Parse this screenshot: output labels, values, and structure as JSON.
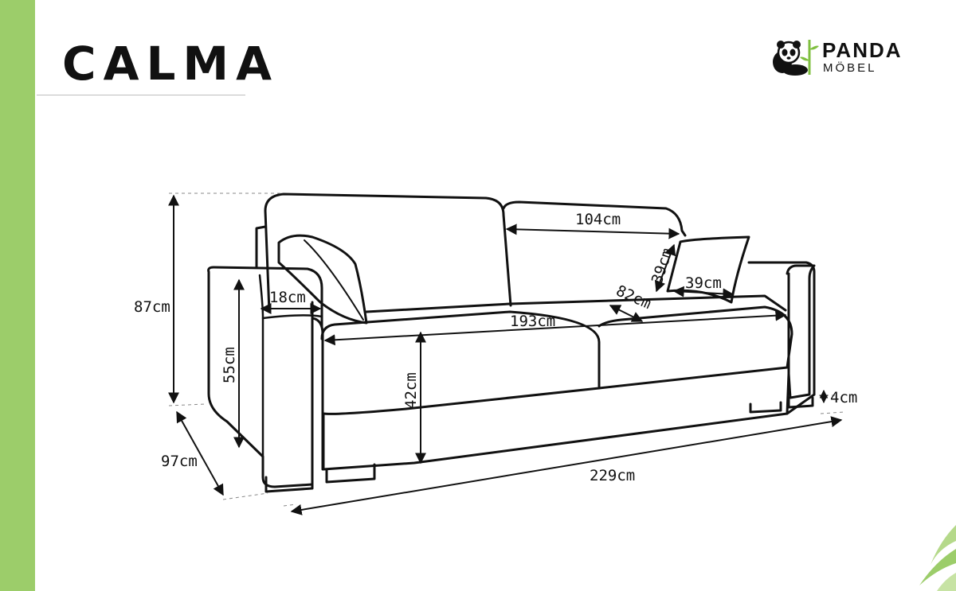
{
  "product": {
    "name": "CALMA"
  },
  "brand": {
    "name": "PANDA",
    "subtitle": "MÖBEL"
  },
  "dimensions": {
    "height_total": "87cm",
    "depth_total": "97cm",
    "width_total": "229cm",
    "armrest_width": "18cm",
    "armrest_height": "55cm",
    "seat_height": "42cm",
    "seat_width": "193cm",
    "seat_depth": "82cm",
    "backrest_width": "104cm",
    "pillow_height": "39cm",
    "pillow_width": "39cm",
    "leg_height": "4cm"
  },
  "colors": {
    "accent_green": "#9ccd6a",
    "line": "#111111",
    "dashed": "#888888"
  }
}
